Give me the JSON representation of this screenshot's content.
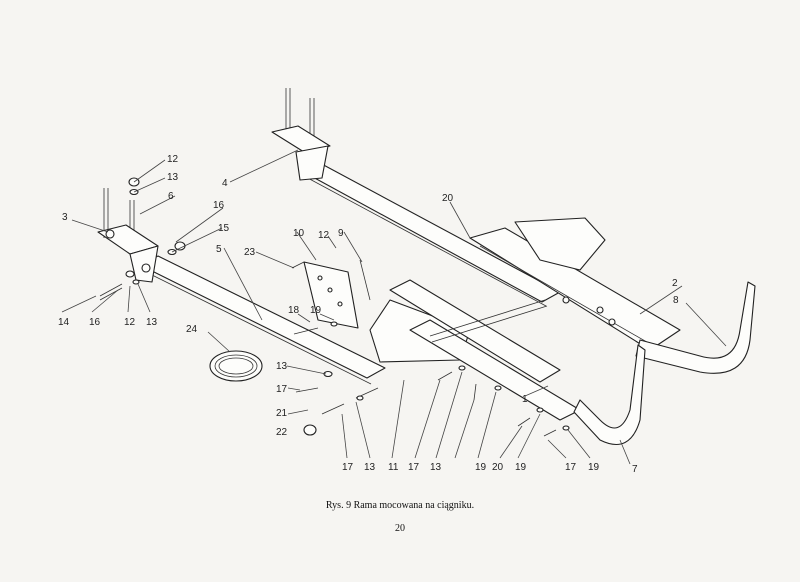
{
  "caption": "Rys. 9 Rama mocowana na ciągniku.",
  "page_number": "20",
  "callouts": [
    {
      "label": "1"
    },
    {
      "label": "2"
    },
    {
      "label": "3"
    },
    {
      "label": "4"
    },
    {
      "label": "5"
    },
    {
      "label": "6"
    },
    {
      "label": "7"
    },
    {
      "label": "8"
    },
    {
      "label": "9"
    },
    {
      "label": "10"
    },
    {
      "label": "11"
    },
    {
      "label": "12"
    },
    {
      "label": "12"
    },
    {
      "label": "12"
    },
    {
      "label": "13"
    },
    {
      "label": "13"
    },
    {
      "label": "13"
    },
    {
      "label": "13"
    },
    {
      "label": "13"
    },
    {
      "label": "14"
    },
    {
      "label": "15"
    },
    {
      "label": "16"
    },
    {
      "label": "16"
    },
    {
      "label": "17"
    },
    {
      "label": "17"
    },
    {
      "label": "17"
    },
    {
      "label": "17"
    },
    {
      "label": "18"
    },
    {
      "label": "19"
    },
    {
      "label": "19"
    },
    {
      "label": "19"
    },
    {
      "label": "19"
    },
    {
      "label": "20"
    },
    {
      "label": "20"
    },
    {
      "label": "21"
    },
    {
      "label": "22"
    },
    {
      "label": "23"
    },
    {
      "label": "24"
    }
  ]
}
